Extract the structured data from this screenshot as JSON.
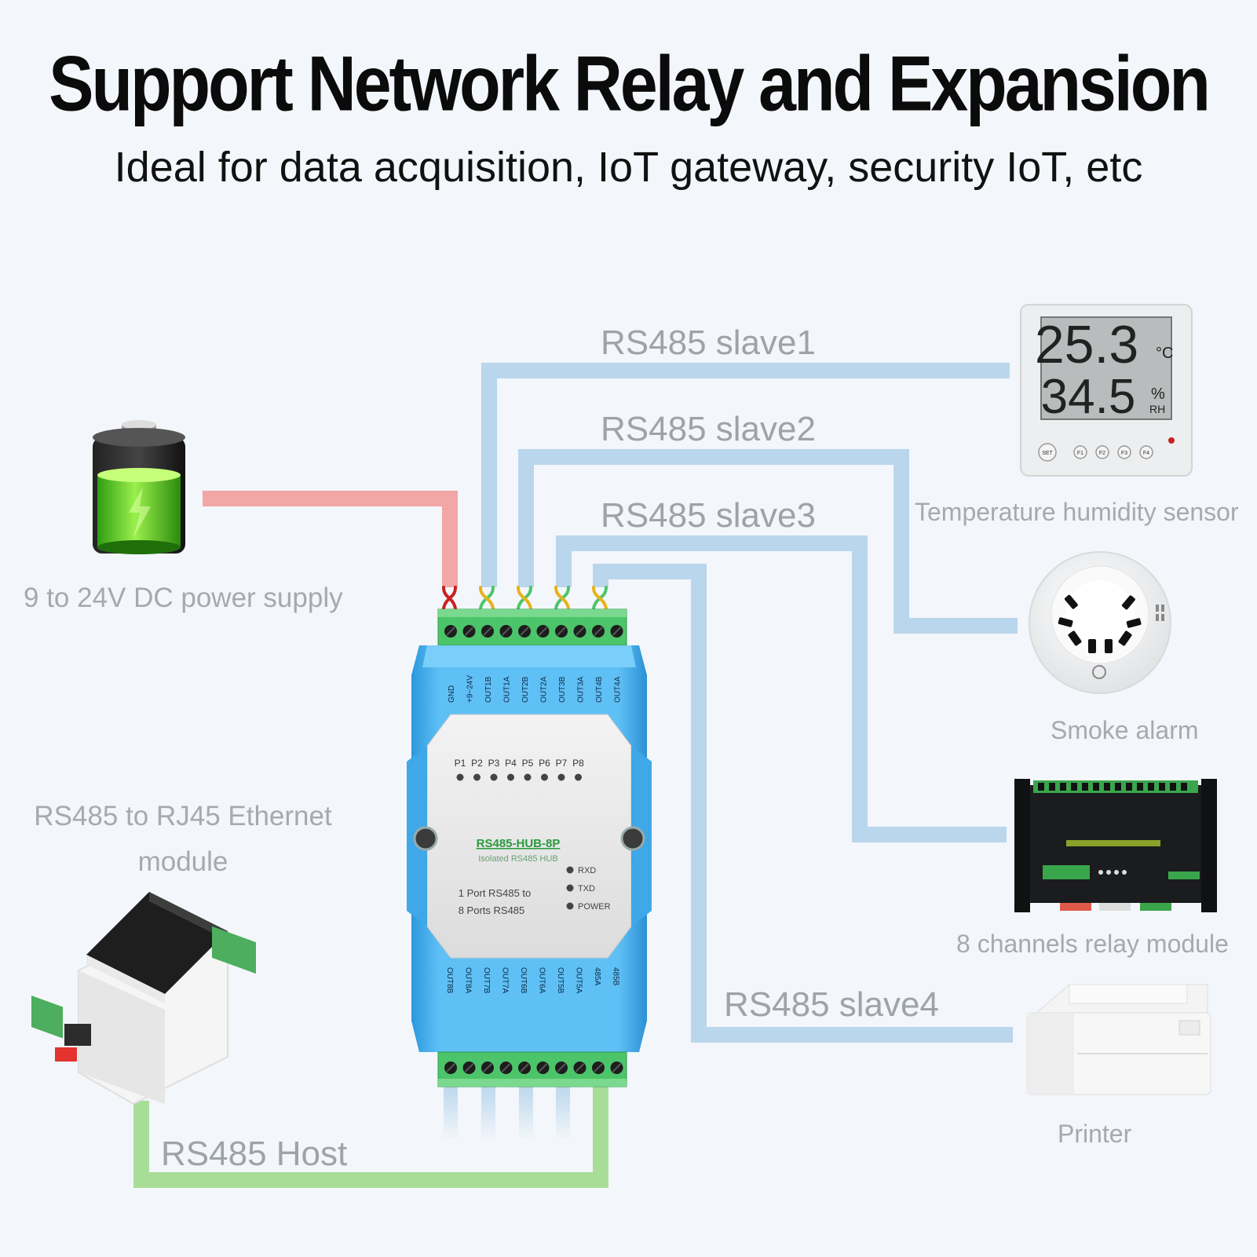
{
  "header": {
    "title": "Support Network Relay and Expansion",
    "subtitle": "Ideal for data acquisition, IoT gateway, security IoT, etc"
  },
  "links": {
    "slave1": "RS485 slave1",
    "slave2": "RS485 slave2",
    "slave3": "RS485 slave3",
    "slave4": "RS485 slave4",
    "host": "RS485 Host"
  },
  "devices": {
    "power": "9 to 24V DC power supply",
    "ethernet_line1": "RS485 to RJ45 Ethernet",
    "ethernet_line2": "module",
    "sensor": "Temperature humidity sensor",
    "smoke": "Smoke alarm",
    "relay": "8 channels relay module",
    "printer": "Printer"
  },
  "sensor_display": {
    "temperature": "25.3",
    "temperature_unit": "°C",
    "humidity": "34.5",
    "humidity_unit": "%",
    "humidity_unit2": "RH",
    "buttons": [
      "SET",
      "F1",
      "F2",
      "F3",
      "F4"
    ]
  },
  "hub": {
    "model": "RS485-HUB-8P",
    "type": "Isolated RS485 HUB",
    "desc_line1": "1 Port RS485 to",
    "desc_line2": "8 Ports RS485",
    "ports": [
      "P1",
      "P2",
      "P3",
      "P4",
      "P5",
      "P6",
      "P7",
      "P8"
    ],
    "leds": [
      "RXD",
      "TXD",
      "POWER"
    ],
    "top_terminals": [
      "GND",
      "+9~24V",
      "OUT1B",
      "OUT1A",
      "OUT2B",
      "OUT2A",
      "OUT3B",
      "OUT3A",
      "OUT4B",
      "OUT4A"
    ],
    "bottom_terminals": [
      "OUT8B",
      "OUT8A",
      "OUT7B",
      "OUT7A",
      "OUT6B",
      "OUT6A",
      "OUT5B",
      "OUT5A",
      "485A",
      "485B"
    ]
  },
  "colors": {
    "power_line": "#f2a6a6",
    "slave_line": "#b9d6ec",
    "host_line": "#a8dd98",
    "hub_blue": "#48b0ee",
    "terminal_green": "#4cc56a"
  }
}
